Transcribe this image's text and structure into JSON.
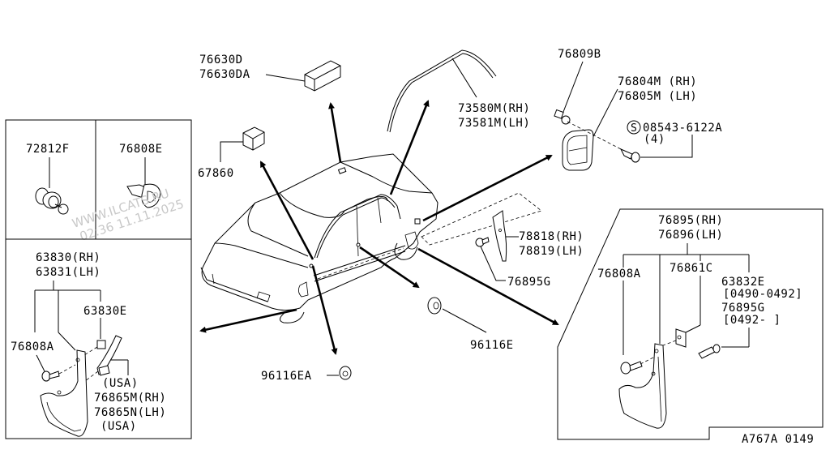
{
  "diagram_id": "A767A 0149",
  "watermark": {
    "line1": "WWW.ILCATS.RU",
    "line2": "02:36 11.11.2025"
  },
  "inset_top_left": {
    "cell1": {
      "part": "72812F"
    },
    "cell2": {
      "part": "76808E"
    }
  },
  "inset_bottom_left": {
    "group_rh": "63830(RH)",
    "group_lh": "63831(LH)",
    "clip": "63830E",
    "screw": "76808A",
    "usa_note_top": "(USA)",
    "guard_rh": "76865M(RH)",
    "guard_lh": "76865N(LH)",
    "usa_note_bottom": "(USA)"
  },
  "main": {
    "roof_part_1": "76630D",
    "roof_part_2": "76630DA",
    "block_part": "67860",
    "moulding_rh": "73580M(RH)",
    "moulding_lh": "73581M(LH)",
    "clip_top": "76809B",
    "vent_rh": "76804M (RH)",
    "vent_lh": "76805M (LH)",
    "screw_std": "08543-6122A",
    "screw_qty": "(4)",
    "screw_symbol": "S",
    "bracket_rh": "78818(RH)",
    "bracket_lh": "78819(LH)",
    "bracket_clip": "76895G",
    "grommet_right": "96116E",
    "grommet_bottom": "96116EA"
  },
  "inset_right": {
    "group_rh": "76895(RH)",
    "group_lh": "76896(LH)",
    "screw": "76808A",
    "nut": "76861C",
    "clip_a": "63832E",
    "clip_a_range": "[0490-0492]",
    "clip_b": "76895G",
    "clip_b_range": "[0492-      ]"
  }
}
